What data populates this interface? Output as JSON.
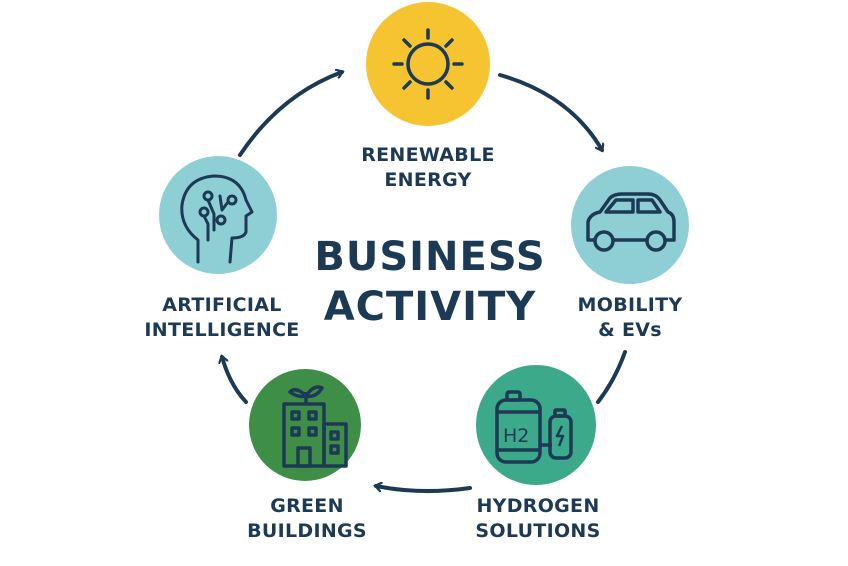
{
  "title": {
    "line1": "BUSINESS",
    "line2": "ACTIVITY"
  },
  "nodes": [
    {
      "id": "renewable",
      "line1": "RENEWABLE",
      "line2": "ENERGY",
      "icon": "sun-icon",
      "color": "#f6c331"
    },
    {
      "id": "mobility",
      "line1": "MOBILITY",
      "line2": "& EVs",
      "icon": "car-icon",
      "color": "#8ecfd6"
    },
    {
      "id": "hydrogen",
      "line1": "HYDROGEN",
      "line2": "SOLUTIONS",
      "icon": "hydrogen-tank-icon",
      "color": "#3ba98a"
    },
    {
      "id": "buildings",
      "line1": "GREEN",
      "line2": "BUILDINGS",
      "icon": "green-building-icon",
      "color": "#3f8e47"
    },
    {
      "id": "ai",
      "line1": "ARTIFICIAL",
      "line2": "INTELLIGENCE",
      "icon": "ai-head-icon",
      "color": "#8ecfd6"
    }
  ],
  "colors": {
    "text": "#1d3a55"
  },
  "h2_label": "H2"
}
